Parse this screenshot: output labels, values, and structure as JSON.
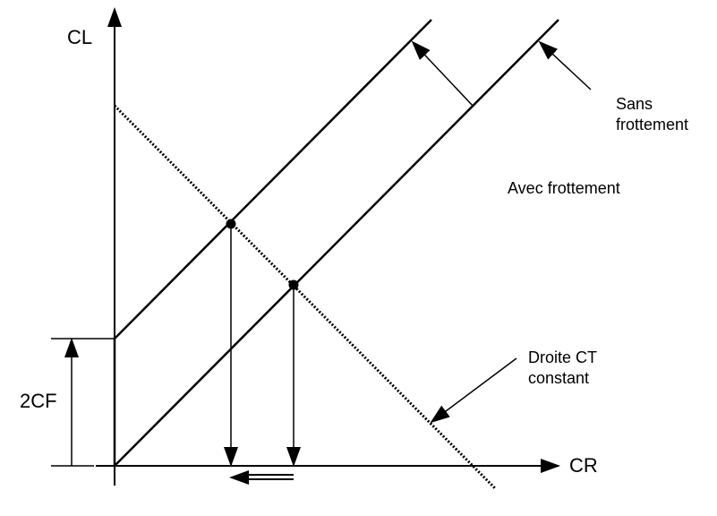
{
  "axes": {
    "y_label": "CL",
    "x_label": "CR"
  },
  "labels": {
    "offset": "2CF",
    "sans_frottement_line1": "Sans",
    "sans_frottement_line2": "frottement",
    "avec_frottement": "Avec frottement",
    "droite_line1": "Droite CT",
    "droite_line2": "constant"
  },
  "colors": {
    "stroke": "#000000",
    "background": "#ffffff"
  }
}
